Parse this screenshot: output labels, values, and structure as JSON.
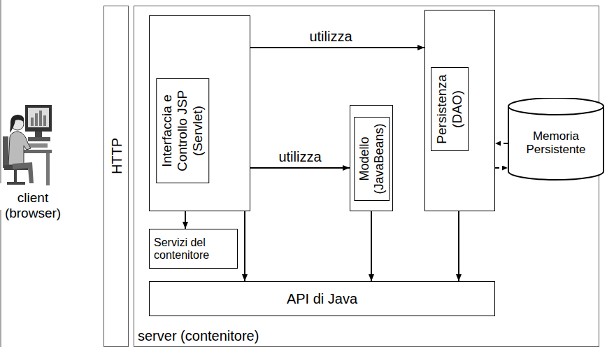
{
  "diagram": {
    "nodes": [
      {
        "text": [
          "HTTP"
        ]
      },
      {
        "text": [
          "server (contenitore)"
        ]
      },
      {
        "text": [
          "Interfaccia e Controllo JSP (Servlet)"
        ],
        "in": 1
      },
      {
        "text": [
          "Modello (JavaBeans)"
        ],
        "in": 1
      },
      {
        "text": [
          "Persistenza (DAO)"
        ],
        "in": 1
      },
      {
        "text": [
          "Servizi del contenitore"
        ],
        "in": 1
      },
      {
        "text": [
          "API di Java"
        ],
        "in": 1
      },
      {
        "text": [
          "Memoria Persistente"
        ]
      }
    ],
    "edges": [
      {
        "from": 2,
        "to": 4,
        "label": "utilizza",
        "arrow": "to"
      },
      {
        "from": 2,
        "to": 3,
        "label": "utilizza",
        "arrow": "to"
      },
      {
        "from": 2,
        "to": 5,
        "arrow": "to"
      },
      {
        "from": 2,
        "to": 6,
        "arrow": "to"
      },
      {
        "from": 3,
        "to": 6,
        "arrow": "to"
      },
      {
        "from": 4,
        "to": 6,
        "arrow": "to"
      },
      {
        "from": 7,
        "to": 4,
        "arrow": "to"
      },
      {
        "from": 4,
        "to": 7,
        "arrow": "to"
      }
    ],
    "labels": [
      "client (browser)"
    ]
  }
}
